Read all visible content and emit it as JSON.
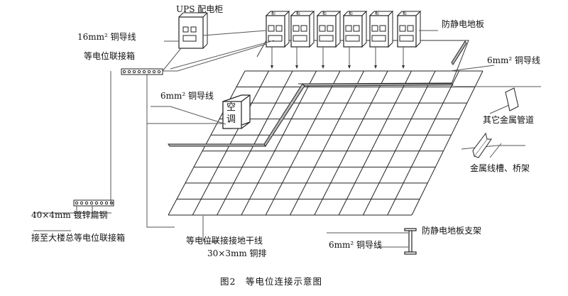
{
  "labels": {
    "ups_cabinet": "UPS 配电柜",
    "copper_16": "16mm² 铜导线",
    "antistatic_floor": "防静电地板",
    "equipotential_box": "等电位联接箱",
    "copper_6_right": "6mm² 铜导线",
    "copper_6_left": "6mm² 铜导线",
    "aircon_line1": "空",
    "aircon_line2": "调",
    "other_pipes": "其它金属管道",
    "trunking": "金属线槽、桥架",
    "galv_steel": "40×4mm 镀锌扁钢",
    "to_main_box": "接至大楼总等电位联接箱",
    "trunk_line_1": "等电位联接接地干线",
    "trunk_line_2": "30×3mm 铜排",
    "floor_support": "防静电地板支架",
    "copper_6_bottom": "6mm² 铜导线"
  },
  "cabinets": [
    "柜",
    "柜",
    "柜",
    "柜",
    "柜",
    "柜"
  ],
  "caption": "图2　等电位连接示意图"
}
